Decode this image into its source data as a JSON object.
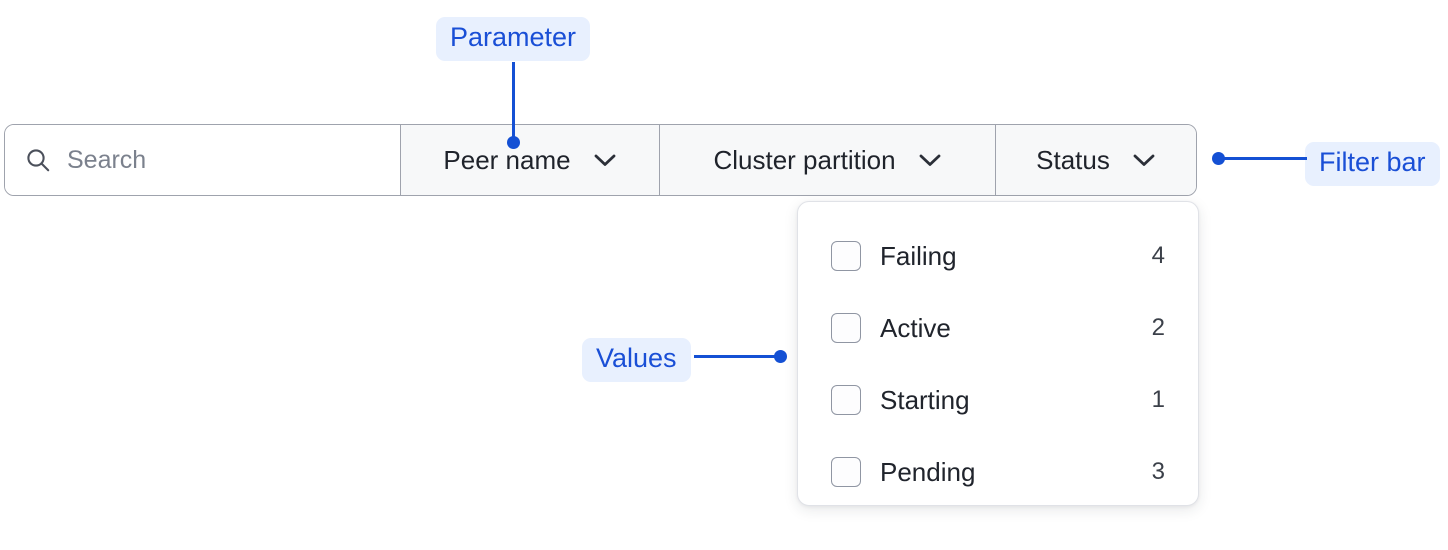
{
  "search": {
    "placeholder": "Search",
    "value": "",
    "icon": "search-icon"
  },
  "filter_bar": {
    "segments": [
      {
        "label": "Peer name",
        "icon": "chevron-down-icon"
      },
      {
        "label": "Cluster partition",
        "icon": "chevron-down-icon"
      },
      {
        "label": "Status",
        "icon": "chevron-down-icon"
      }
    ]
  },
  "values_panel": {
    "options": [
      {
        "label": "Failing",
        "count": "4",
        "checked": false
      },
      {
        "label": "Active",
        "count": "2",
        "checked": false
      },
      {
        "label": "Starting",
        "count": "1",
        "checked": false
      },
      {
        "label": "Pending",
        "count": "3",
        "checked": false
      }
    ]
  },
  "annotations": {
    "parameter": "Parameter",
    "filter_bar": "Filter bar",
    "values": "Values"
  },
  "colors": {
    "annotation_text": "#1a4fd6",
    "annotation_background": "#e8f0fe",
    "connector": "#1450d4",
    "bar_border": "#9fa3ad",
    "segment_background": "#f7f8f9",
    "search_background": "#ffffff",
    "placeholder_text": "#7b818d",
    "label_text": "#20242c",
    "checkbox_border": "#9096a3",
    "panel_border": "#e0e2e7"
  }
}
